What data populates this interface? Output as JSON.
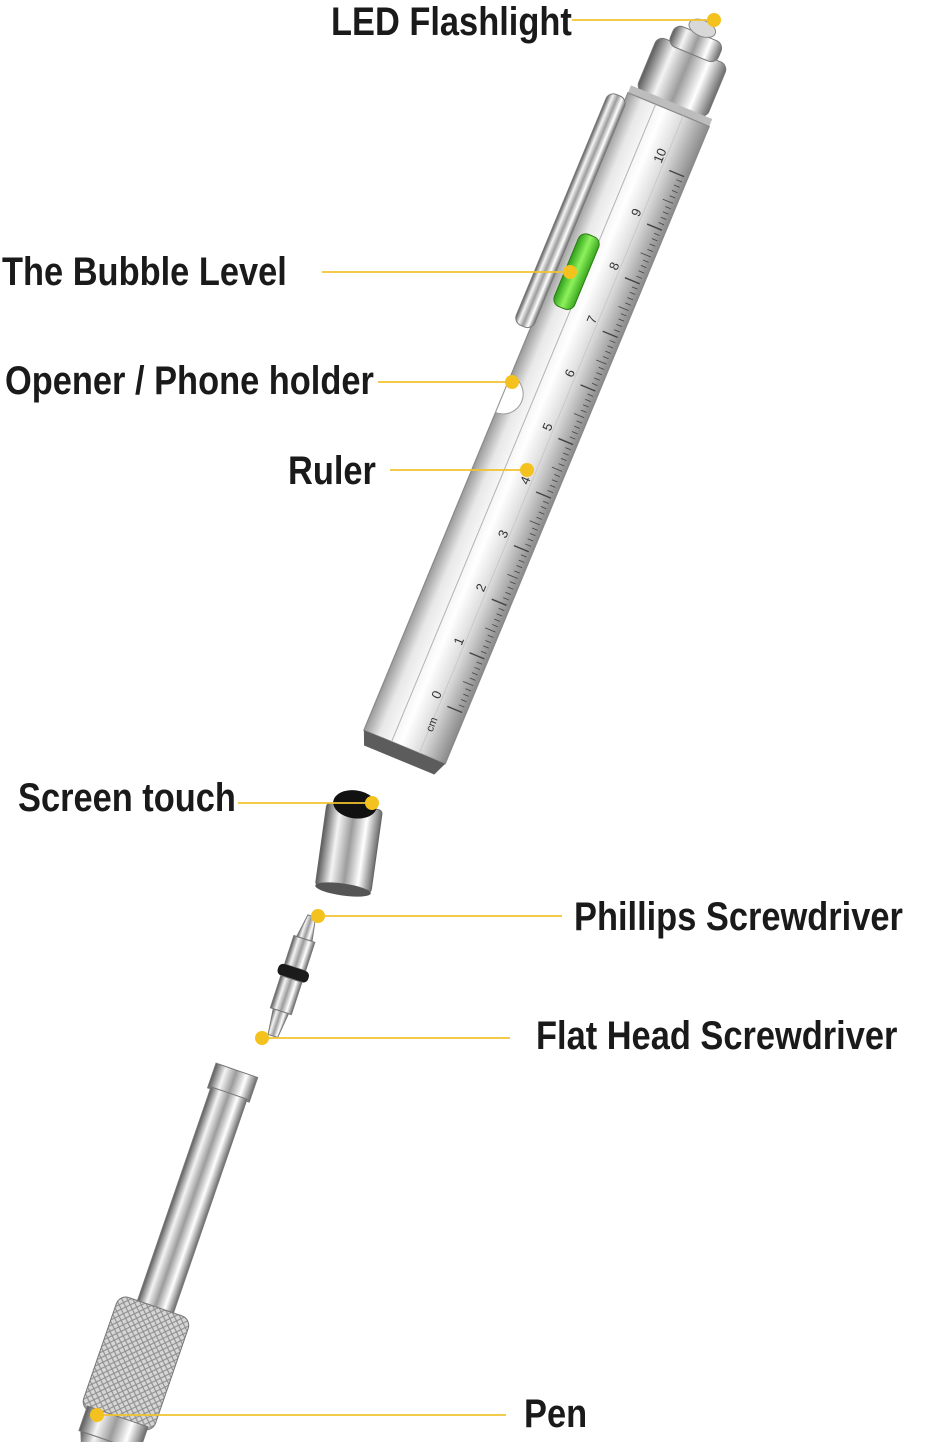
{
  "accent_color": "#f4c21f",
  "line_color": "#f2c230",
  "labels": {
    "led_flashlight": "LED Flashlight",
    "bubble_level": "The Bubble Level",
    "opener_phone_holder": "Opener / Phone holder",
    "ruler": "Ruler",
    "screen_touch": "Screen touch",
    "phillips_screwdriver": "Phillips Screwdriver",
    "flat_head_screwdriver": "Flat Head Screwdriver",
    "pen": "Pen"
  },
  "ruler_marks": [
    "0",
    "1",
    "2",
    "3",
    "4",
    "5",
    "6",
    "7",
    "8",
    "9",
    "10"
  ],
  "ruler_unit": "cm"
}
